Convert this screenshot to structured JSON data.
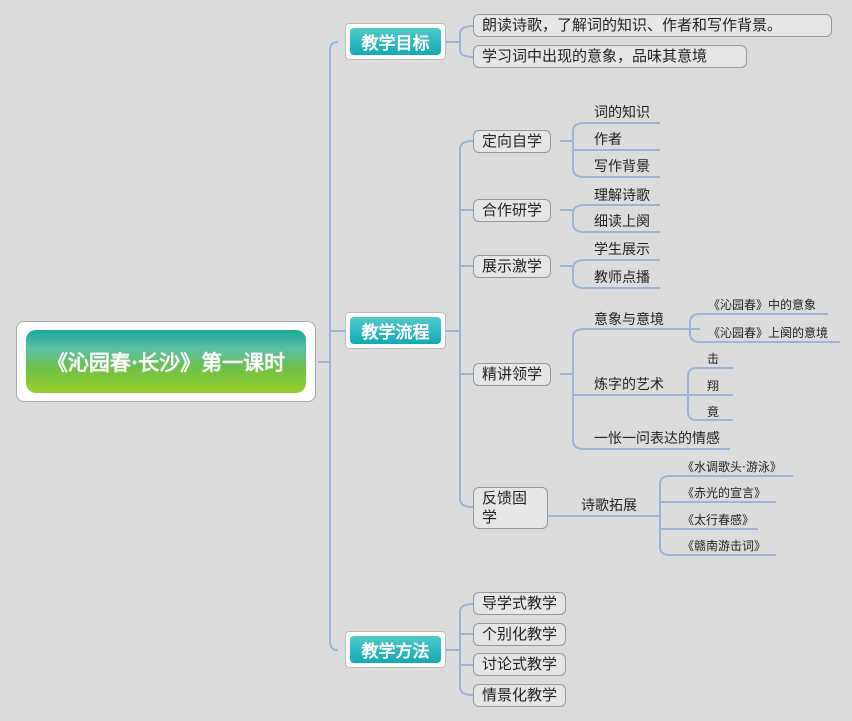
{
  "root": {
    "title": "《沁园春·长沙》第一课时"
  },
  "branches": {
    "goals": {
      "label": "教学目标",
      "items": [
        "朗读诗歌，了解词的知识、作者和写作背景。",
        "学习词中出现的意象，品味其意境"
      ]
    },
    "process": {
      "label": "教学流程",
      "steps": [
        {
          "label": "定向自学",
          "children": [
            "词的知识",
            "作者",
            "写作背景"
          ]
        },
        {
          "label": "合作研学",
          "children": [
            "理解诗歌",
            "细读上阕"
          ]
        },
        {
          "label": "展示激学",
          "children": [
            "学生展示",
            "教师点播"
          ]
        },
        {
          "label": "精讲领学",
          "children": [
            {
              "label": "意象与意境",
              "children": [
                "《沁园春》中的意象",
                "《沁园春》上阕的意境"
              ]
            },
            {
              "label": "炼字的艺术",
              "children": [
                "击",
                "翔",
                "竟"
              ]
            },
            {
              "label": "一怅一问表达的情感"
            }
          ]
        },
        {
          "label": "反馈固学",
          "children": [
            {
              "label": "诗歌拓展",
              "children": [
                "《水调歌头·游泳》",
                "《赤光的宣言》",
                "《太行春感》",
                "《赣南游击词》"
              ]
            }
          ]
        }
      ]
    },
    "methods": {
      "label": "教学方法",
      "items": [
        "导学式教学",
        "个别化教学",
        "讨论式教学",
        "情景化教学"
      ]
    }
  },
  "colors": {
    "line": "#9ab4d8",
    "teal": "#16a9b4",
    "green": "#8cc83a",
    "background": "#dcdcdc"
  }
}
